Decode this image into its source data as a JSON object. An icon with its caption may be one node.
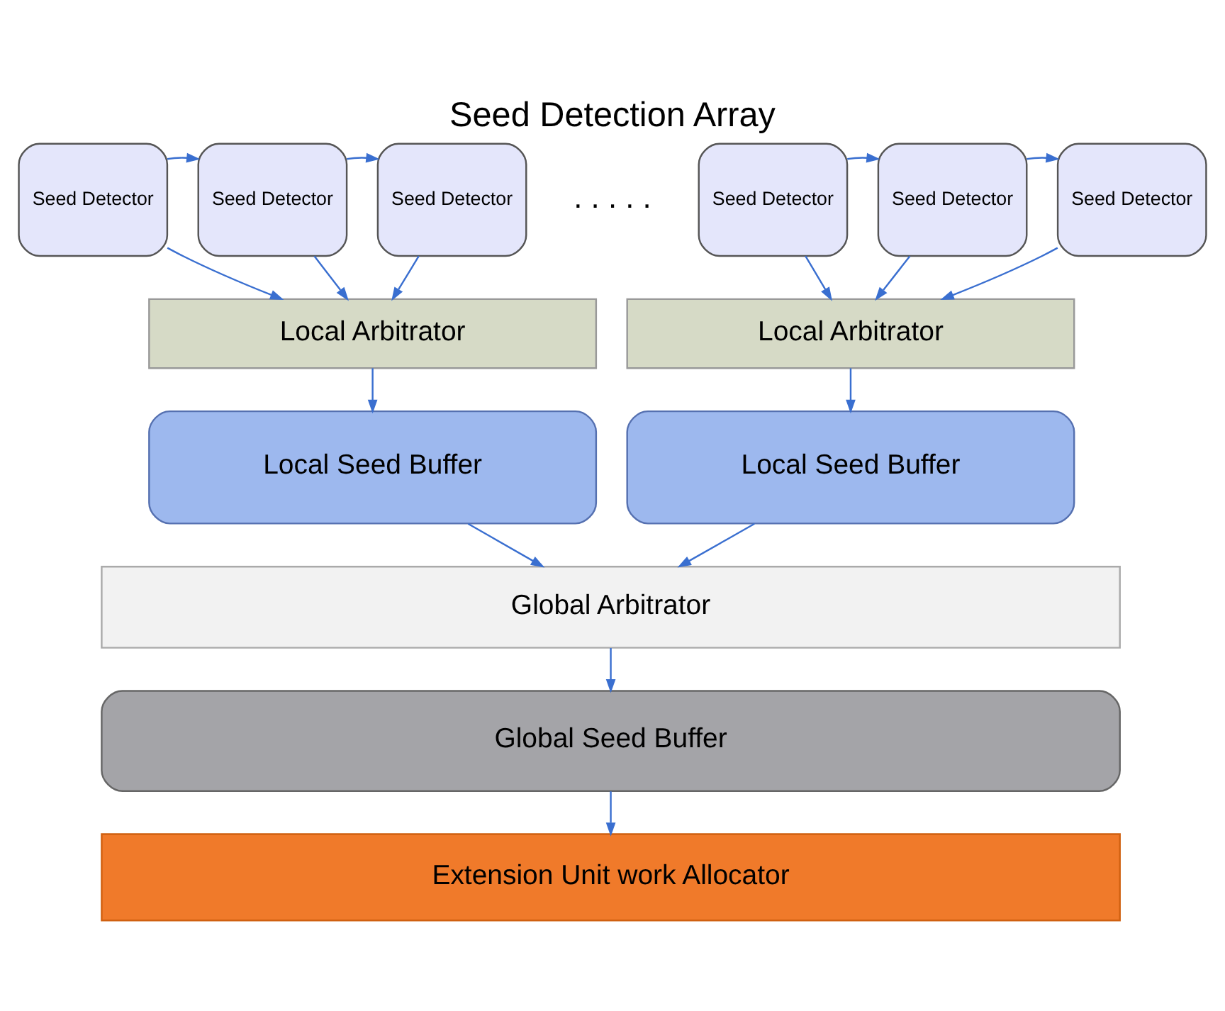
{
  "diagram": {
    "title": "Seed Detection Array",
    "nodes": [
      {
        "text": [
          "Seed Detector"
        ]
      },
      {
        "text": [
          "Seed Detector"
        ]
      },
      {
        "text": [
          "Seed Detector"
        ]
      },
      {
        "text": [
          "Seed Detector"
        ]
      },
      {
        "text": [
          "Seed Detector"
        ]
      },
      {
        "text": [
          "Seed Detector"
        ]
      },
      {
        "text": [
          "Local Arbitrator"
        ]
      },
      {
        "text": [
          "Local Arbitrator"
        ]
      },
      {
        "text": [
          "Local Seed Buffer"
        ]
      },
      {
        "text": [
          "Local Seed Buffer"
        ]
      },
      {
        "text": [
          "Global Arbitrator"
        ]
      },
      {
        "text": [
          "Global Seed Buffer"
        ]
      },
      {
        "text": [
          "Extension Unit work Allocator"
        ]
      }
    ],
    "edges": [
      {
        "from": 0,
        "to": 1,
        "arrow": "to"
      },
      {
        "from": 1,
        "to": 2,
        "arrow": "to"
      },
      {
        "from": 3,
        "to": 4,
        "arrow": "to"
      },
      {
        "from": 4,
        "to": 5,
        "arrow": "to"
      },
      {
        "from": 0,
        "to": 6,
        "arrow": "to"
      },
      {
        "from": 1,
        "to": 6,
        "arrow": "to"
      },
      {
        "from": 2,
        "to": 6,
        "arrow": "to"
      },
      {
        "from": 3,
        "to": 7,
        "arrow": "to"
      },
      {
        "from": 4,
        "to": 7,
        "arrow": "to"
      },
      {
        "from": 5,
        "to": 7,
        "arrow": "to"
      },
      {
        "from": 6,
        "to": 8,
        "arrow": "to"
      },
      {
        "from": 7,
        "to": 9,
        "arrow": "to"
      },
      {
        "from": 8,
        "to": 10,
        "arrow": "to"
      },
      {
        "from": 9,
        "to": 10,
        "arrow": "to"
      },
      {
        "from": 10,
        "to": 11,
        "arrow": "to"
      },
      {
        "from": 11,
        "to": 12,
        "arrow": "to"
      }
    ],
    "labels": [
      ". . . . ."
    ]
  }
}
